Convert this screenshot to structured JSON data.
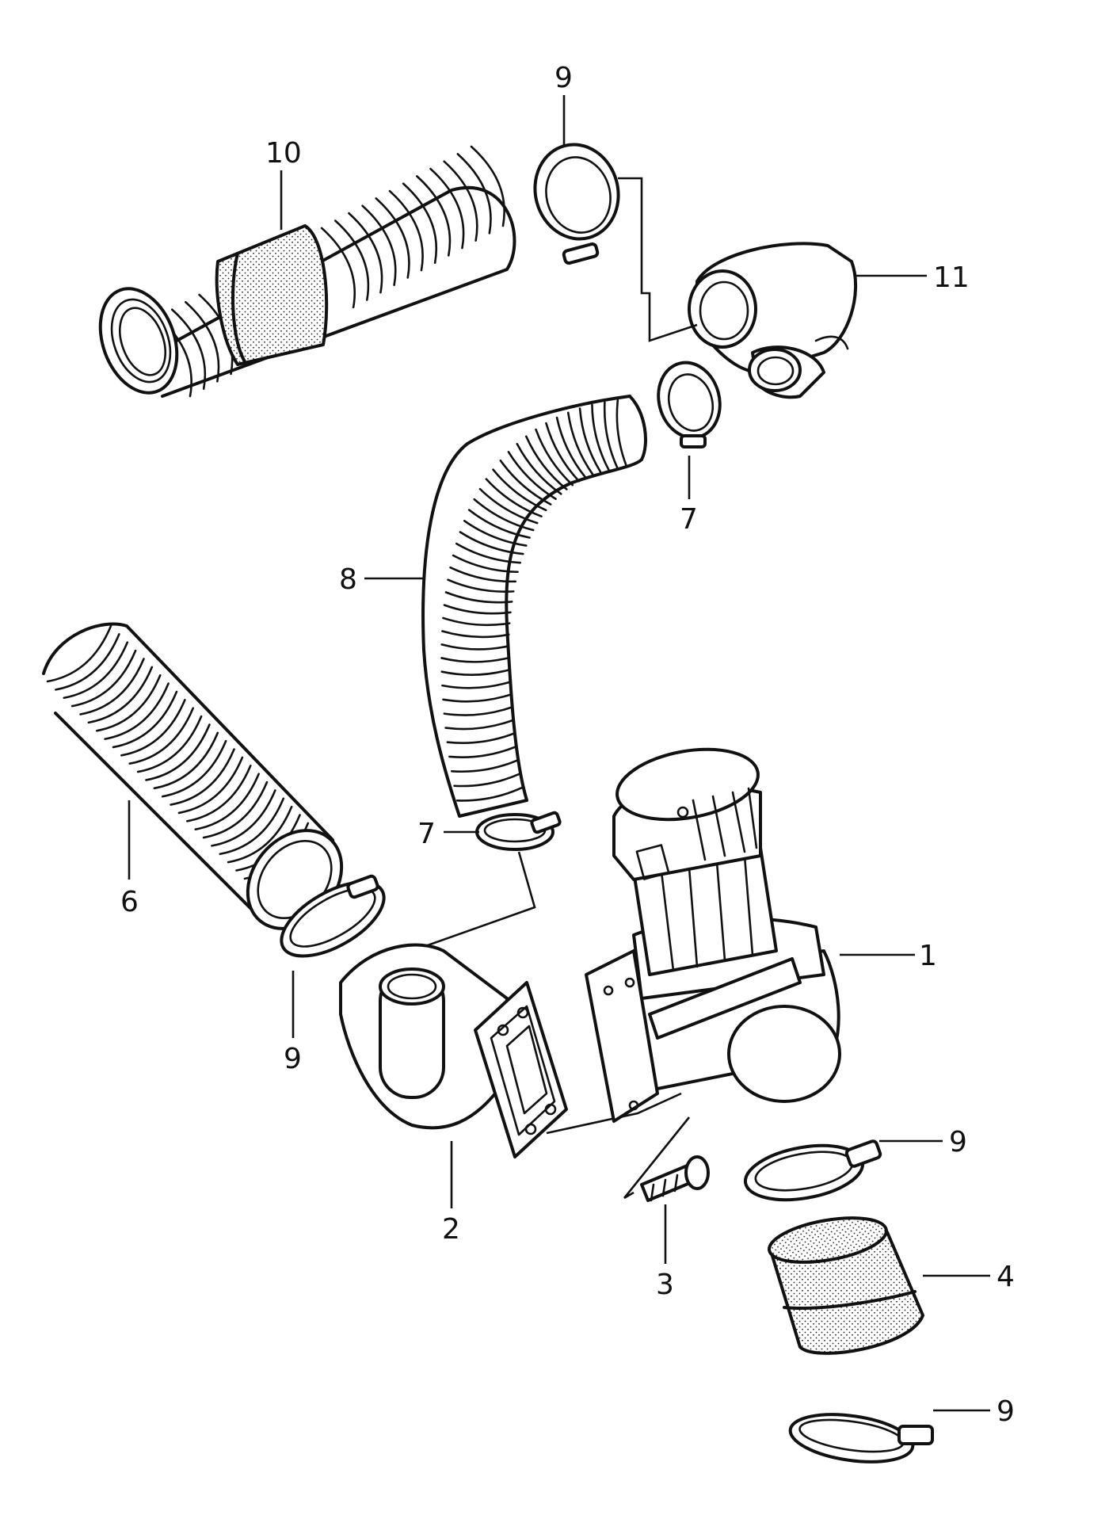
{
  "callouts": {
    "c1": "1",
    "c2": "2",
    "c3": "3",
    "c4": "4",
    "c6": "6",
    "c7a": "7",
    "c7b": "7",
    "c8": "8",
    "c9a": "9",
    "c9b": "9",
    "c9c": "9",
    "c9d": "9",
    "c10": "10",
    "c11": "11"
  }
}
